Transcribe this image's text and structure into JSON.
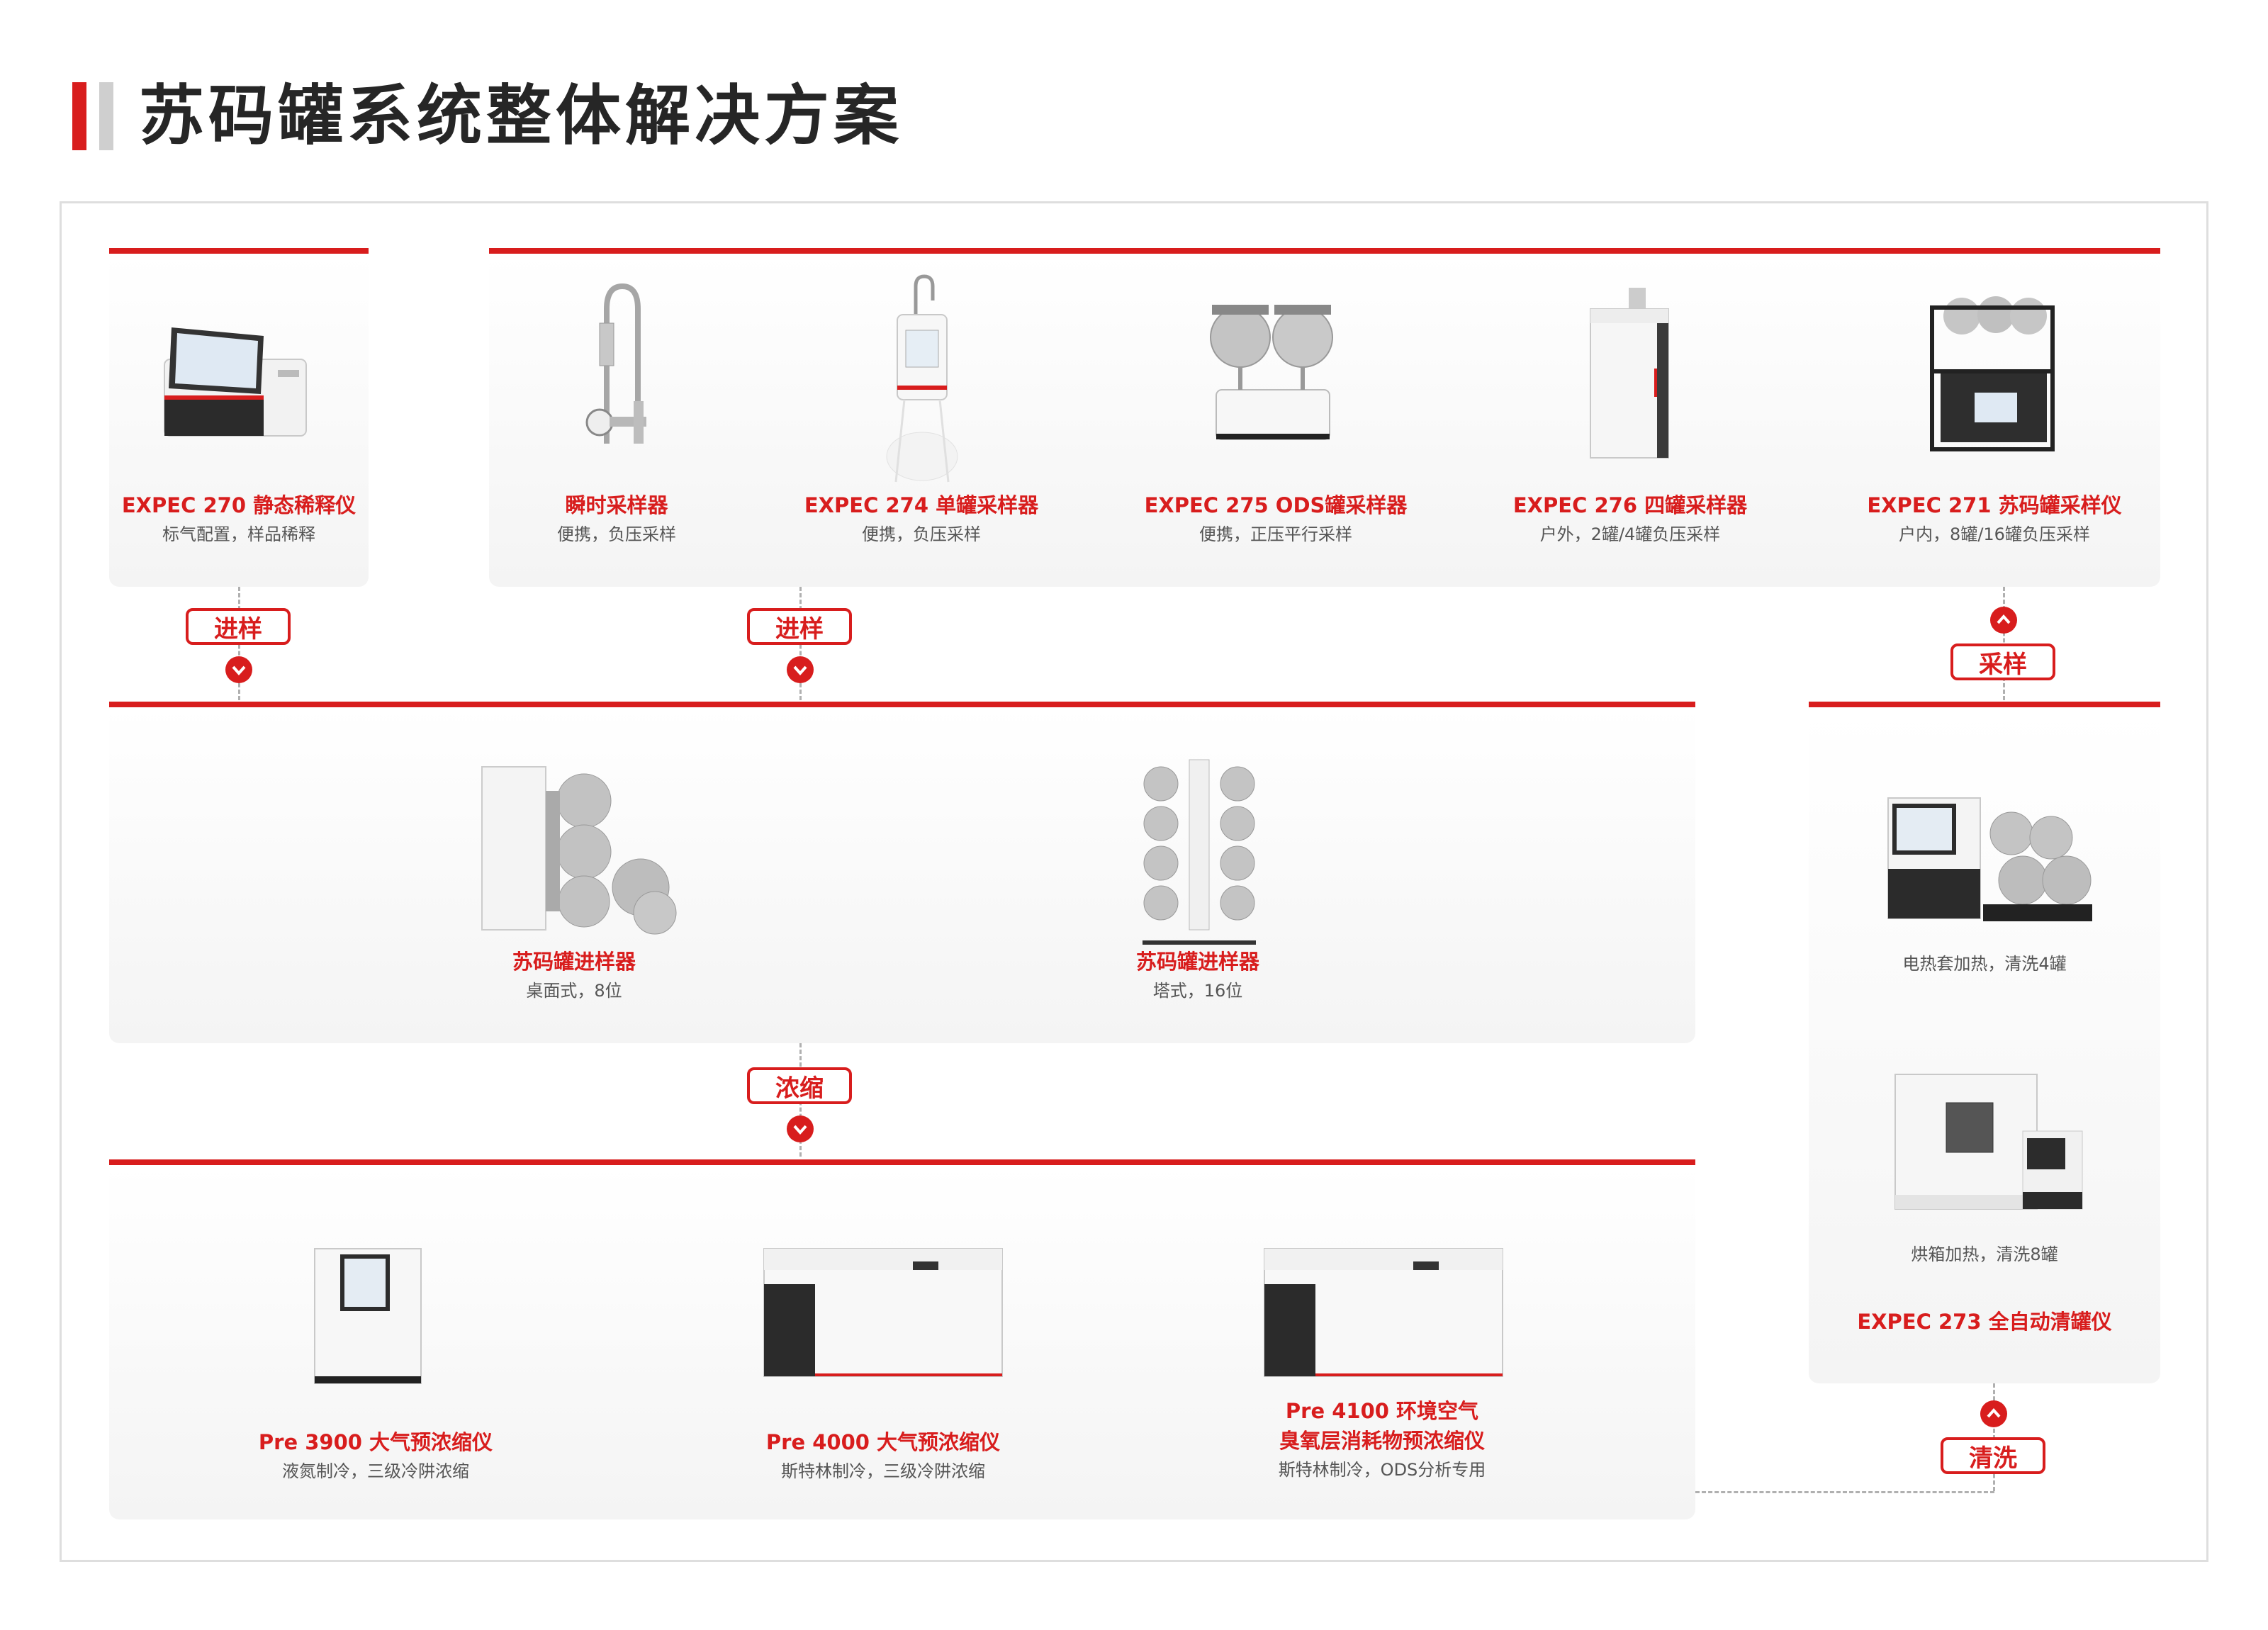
{
  "header": {
    "title": "苏码罐系统整体解决方案"
  },
  "sampling": {
    "expec270": {
      "name": "EXPEC 270 静态稀释仪",
      "desc": "标气配置，样品稀释"
    },
    "instant": {
      "name": "瞬时采样器",
      "desc": "便携，负压采样"
    },
    "expec274": {
      "name": "EXPEC 274 单罐采样器",
      "desc": "便携，负压采样"
    },
    "expec275": {
      "name": "EXPEC 275 ODS罐采样器",
      "desc": "便携，正压平行采样"
    },
    "expec276": {
      "name": "EXPEC 276 四罐采样器",
      "desc": "户外，2罐/4罐负压采样"
    },
    "expec271": {
      "name": "EXPEC 271 苏码罐采样仪",
      "desc": "户内，8罐/16罐负压采样"
    }
  },
  "injector": {
    "desktop": {
      "name": "苏码罐进样器",
      "desc": "桌面式，8位"
    },
    "tower": {
      "name": "苏码罐进样器",
      "desc": "塔式，16位"
    }
  },
  "concentrator": {
    "pre3900": {
      "name": "Pre 3900 大气预浓缩仪",
      "desc": "液氮制冷，三级冷阱浓缩"
    },
    "pre4000": {
      "name": "Pre 4000 大气预浓缩仪",
      "desc": "斯特林制冷，三级冷阱浓缩"
    },
    "pre4100": {
      "name_line1": "Pre 4100 环境空气",
      "name_line2": "臭氧层消耗物预浓缩仪",
      "desc": "斯特林制冷，ODS分析专用"
    }
  },
  "cleaning": {
    "heater": {
      "desc": "电热套加热，清洗4罐"
    },
    "oven": {
      "desc": "烘箱加热，清洗8罐"
    },
    "expec273": {
      "name": "EXPEC 273 全自动清罐仪"
    }
  },
  "flow_tags": {
    "inject1": "进样",
    "inject2": "进样",
    "sample": "采样",
    "concentrate": "浓缩",
    "clean": "清洗"
  },
  "colors": {
    "accent": "#d81d1d",
    "panel_bg": "#f4f4f4",
    "frame": "#dedede",
    "dash": "#b0b0b0"
  },
  "icons": {
    "down": "chevron-down-icon",
    "up": "chevron-up-icon"
  }
}
